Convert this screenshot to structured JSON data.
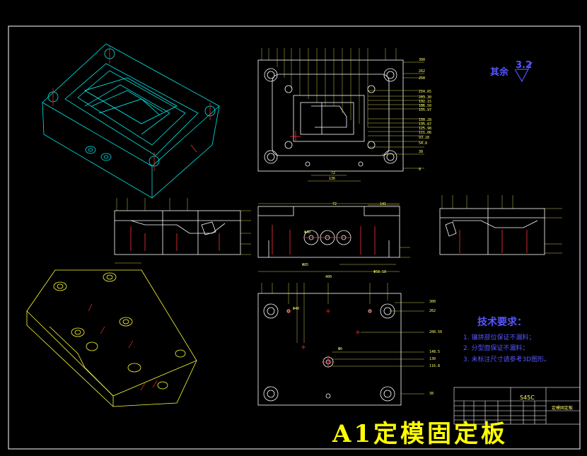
{
  "roughness": {
    "prefix": "其余",
    "value": "3.2"
  },
  "tech_requirements": {
    "title": "技术要求：",
    "items": [
      "1. 镶拼部位保证不漏料；",
      "2. 分型面保证不漏料；",
      "3. 未标注尺寸请参考3D图形。"
    ]
  },
  "title_block": {
    "material": "S45C",
    "part_name": "定模固定板"
  },
  "big_title": "A1定模固定板",
  "dims": {
    "top_right": [
      "300",
      "262",
      "250",
      "214.65",
      "203.30",
      "192.15",
      "186.50",
      "155.97",
      "150.28",
      "135.87",
      "125.98",
      "111.06",
      "93.28",
      "54.8",
      "38",
      "0"
    ],
    "top_bottom": [
      "72",
      "136"
    ],
    "mid_bottom": [
      "400"
    ],
    "mid_labels": [
      "72",
      "141",
      "Φ40",
      "Φ85",
      "Φ58.18"
    ],
    "bottom_right": [
      "300",
      "262",
      "208.50",
      "148.5",
      "130",
      "116.8",
      "38"
    ],
    "bottom_labels": [
      "Φ40",
      "Φ6"
    ]
  }
}
